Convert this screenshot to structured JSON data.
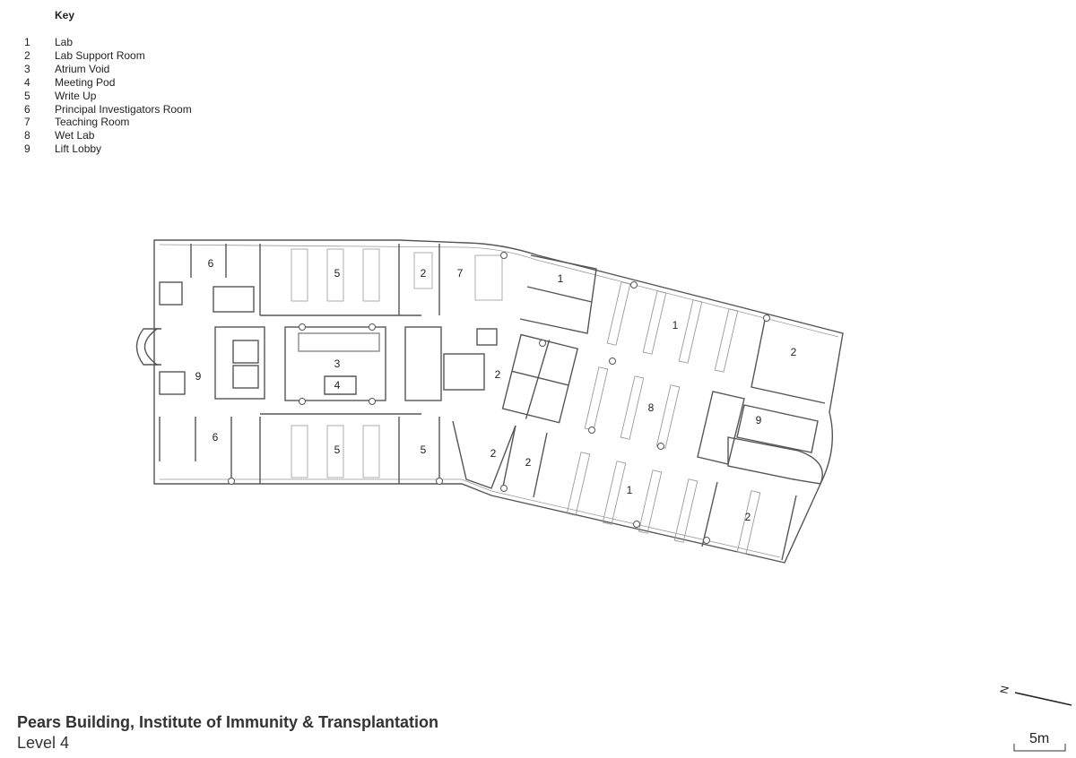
{
  "key": {
    "title": "Key",
    "items": [
      {
        "num": "1",
        "label": "Lab"
      },
      {
        "num": "2",
        "label": "Lab Support Room"
      },
      {
        "num": "3",
        "label": "Atrium Void"
      },
      {
        "num": "4",
        "label": "Meeting Pod"
      },
      {
        "num": "5",
        "label": "Write Up"
      },
      {
        "num": "6",
        "label": "Principal Investigators Room"
      },
      {
        "num": "7",
        "label": "Teaching Room"
      },
      {
        "num": "8",
        "label": "Wet Lab"
      },
      {
        "num": "9",
        "label": "Lift Lobby"
      }
    ]
  },
  "plan": {
    "room_labels": [
      "6",
      "5",
      "2",
      "7",
      "1",
      "1",
      "2",
      "9",
      "3",
      "4",
      "2",
      "8",
      "9",
      "6",
      "5",
      "5",
      "2",
      "2",
      "1",
      "2"
    ]
  },
  "north_arrow": {
    "label": "N"
  },
  "scale_bar": {
    "label": "5m"
  },
  "caption": {
    "title": "Pears Building, Institute of Immunity & Transplantation",
    "subtitle": "Level 4"
  }
}
